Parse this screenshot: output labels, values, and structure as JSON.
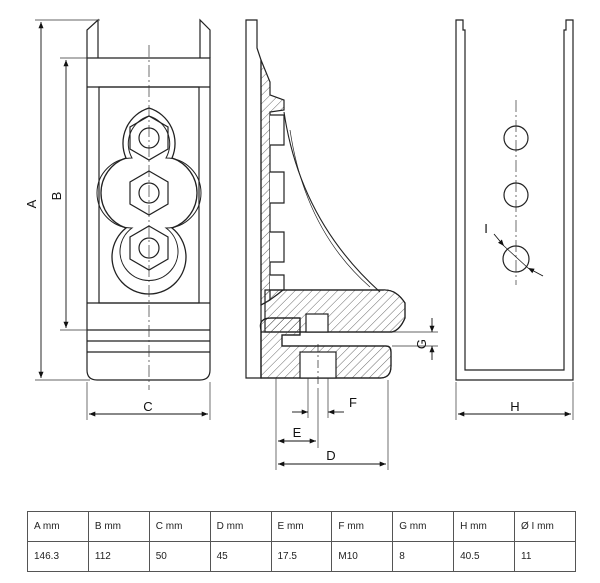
{
  "drawing": {
    "dimension_labels": {
      "a": "A",
      "b": "B",
      "c": "C",
      "d": "D",
      "e": "E",
      "f": "F",
      "g": "G",
      "h": "H",
      "i": "I"
    }
  },
  "spec_table": {
    "headers": [
      "A mm",
      "B mm",
      "C mm",
      "D mm",
      "E mm",
      "F mm",
      "G mm",
      "H mm",
      "Ø I mm"
    ],
    "values": [
      "146.3",
      "112",
      "50",
      "45",
      "17.5",
      "M10",
      "8",
      "40.5",
      "11"
    ]
  }
}
